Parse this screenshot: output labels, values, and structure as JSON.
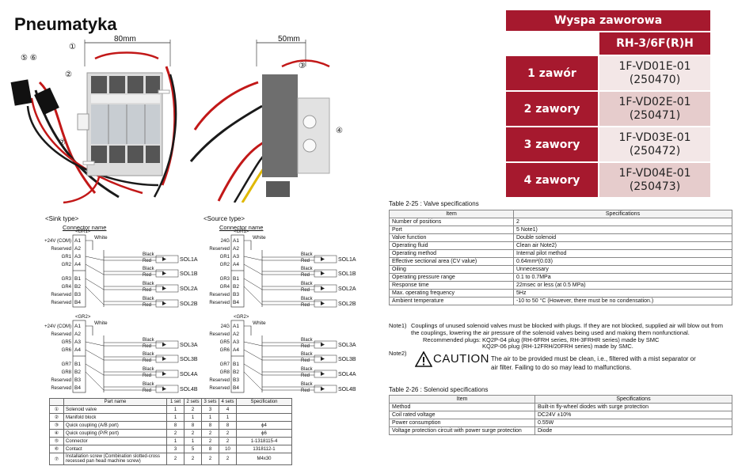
{
  "title": "Pneumatyka",
  "photo_left": {
    "dimension": "80mm",
    "callouts": [
      "①",
      "②",
      "⑤ ⑥",
      "⑦"
    ]
  },
  "photo_right": {
    "dimension": "50mm",
    "callouts": [
      "③",
      "④"
    ]
  },
  "wiring": {
    "sink_label": "<Sink type>",
    "source_label": "<Source type>",
    "connector_name": "Connector name",
    "white": "White",
    "black": "Black",
    "red": "Red",
    "sink_gr1": {
      "header": "<GR1>",
      "left_labels": [
        "+24V (COM)",
        "Reserved",
        "GR1",
        "GR2",
        "GR3",
        "GR4",
        "Reserved",
        "Reserved"
      ],
      "pins": [
        "A1",
        "A2",
        "A3",
        "A4",
        "B1",
        "B2",
        "B3",
        "B4"
      ],
      "sols": [
        "SOL1A",
        "SOL1B",
        "SOL2A",
        "SOL2B"
      ]
    },
    "sink_gr2": {
      "header": "<GR2>",
      "left_labels": [
        "+24V (COM)",
        "Reserved",
        "GR5",
        "GR6",
        "GR7",
        "GR8",
        "Reserved",
        "Reserved"
      ],
      "pins": [
        "A1",
        "A2",
        "A3",
        "A4",
        "B1",
        "B2",
        "B3",
        "B4"
      ],
      "sols": [
        "SOL3A",
        "SOL3B",
        "SOL4A",
        "SOL4B"
      ]
    },
    "source_gr1": {
      "header": "<GR1>",
      "left_labels": [
        "24G",
        "Reserved",
        "GR1",
        "GR2",
        "GR3",
        "GR4",
        "Reserved",
        "Reserved"
      ],
      "pins": [
        "A1",
        "A2",
        "A3",
        "A4",
        "B1",
        "B2",
        "B3",
        "B4"
      ],
      "sols": [
        "SOL1A",
        "SOL1B",
        "SOL2A",
        "SOL2B"
      ]
    },
    "source_gr2": {
      "header": "<GR2>",
      "left_labels": [
        "24G",
        "Reserved",
        "GR5",
        "GR6",
        "GR7",
        "GR8",
        "Reserved",
        "Reserved"
      ],
      "pins": [
        "A1",
        "A2",
        "A3",
        "A4",
        "B1",
        "B2",
        "B3",
        "B4"
      ],
      "sols": [
        "SOL3A",
        "SOL3B",
        "SOL4A",
        "SOL4B"
      ]
    }
  },
  "parts_table": {
    "headers": [
      "",
      "Part name",
      "1 set",
      "2 sets",
      "3 sets",
      "4 sets",
      "Specification"
    ],
    "rows": [
      [
        "①",
        "Solenoid valve",
        "1",
        "2",
        "3",
        "4",
        ""
      ],
      [
        "②",
        "Manifold block",
        "1",
        "1",
        "1",
        "1",
        ""
      ],
      [
        "③",
        "Quick coupling (A/B port)",
        "8",
        "8",
        "8",
        "8",
        "ϕ4"
      ],
      [
        "④",
        "Quick coupling (P/R port)",
        "2",
        "2",
        "2",
        "2",
        "ϕ6"
      ],
      [
        "⑤",
        "Connector",
        "1",
        "1",
        "2",
        "2",
        "1-1318115-4"
      ],
      [
        "⑥",
        "Contact",
        "3",
        "5",
        "8",
        "10",
        "1318112-1"
      ],
      [
        "⑦",
        "Installation screw (Combination slotted-cross recessed pan head machine screw)",
        "2",
        "2",
        "2",
        "2",
        "M4x30"
      ]
    ]
  },
  "wyspa": {
    "title": "Wyspa zaworowa",
    "model": "RH-3/6F(R)H",
    "rows": [
      {
        "label": "1 zawór",
        "code": "1F-VD01E-01",
        "num": "(250470)"
      },
      {
        "label": "2 zawory",
        "code": "1F-VD02E-01",
        "num": "(250471)"
      },
      {
        "label": "3 zawory",
        "code": "1F-VD03E-01",
        "num": "(250472)"
      },
      {
        "label": "4 zawory",
        "code": "1F-VD04E-01",
        "num": "(250473)"
      }
    ]
  },
  "valve_specs": {
    "caption": "Table 2-25 : Valve specifications",
    "headers": [
      "Item",
      "Specifications"
    ],
    "rows": [
      [
        "Number of positions",
        "2"
      ],
      [
        "Port",
        "5 Note1)"
      ],
      [
        "Valve function",
        "Double solenoid"
      ],
      [
        "Operating fluid",
        "Clean air Note2)"
      ],
      [
        "Operating method",
        "Internal pilot method"
      ],
      [
        "Effective sectional area (CV value)",
        "0.64mm²(0.03)"
      ],
      [
        "Oiling",
        "Unnecessary"
      ],
      [
        "Operating pressure range",
        "0.1 to 0.7MPa"
      ],
      [
        "Response time",
        "22msec or less (at 0.5 MPa)"
      ],
      [
        "Max. operating frequency",
        "5Hz"
      ],
      [
        "Ambient temperature",
        "-10 to 50 °C (However, there must be no condensation.)"
      ]
    ]
  },
  "notes": {
    "note1_label": "Note1)",
    "note1_text": "Couplings of unused solenoid valves must be blocked with plugs. If they are not blocked, supplied air will blow out from the couplings, lowering the air pressure of the solenoid valves being used and making them nonfunctional.",
    "note1_plugs1": "Recommended plugs: KQ2P-04 plug (RH-6FRH series, RH-3FRHR series) made by SMC",
    "note1_plugs2": "KQ2P-06 plug (RH-12FRH/20FRH series) made by SMC.",
    "note2_label": "Note2)",
    "caution_word": "CAUTION",
    "caution_text1": "The air to be provided must be clean, i.e., filtered with a mist separator or",
    "caution_text2": "air filter. Failing to do so may lead to malfunctions."
  },
  "solenoid_specs": {
    "caption": "Table 2-26 : Solenoid specifications",
    "headers": [
      "Item",
      "Specifications"
    ],
    "rows": [
      [
        "Method",
        "Built-in fly-wheel diodes with surge protection"
      ],
      [
        "Coil rated voltage",
        "DC24V ±10%"
      ],
      [
        "Power consumption",
        "0.55W"
      ],
      [
        "Voltage protection circuit with power surge protection",
        "Diode"
      ]
    ]
  }
}
